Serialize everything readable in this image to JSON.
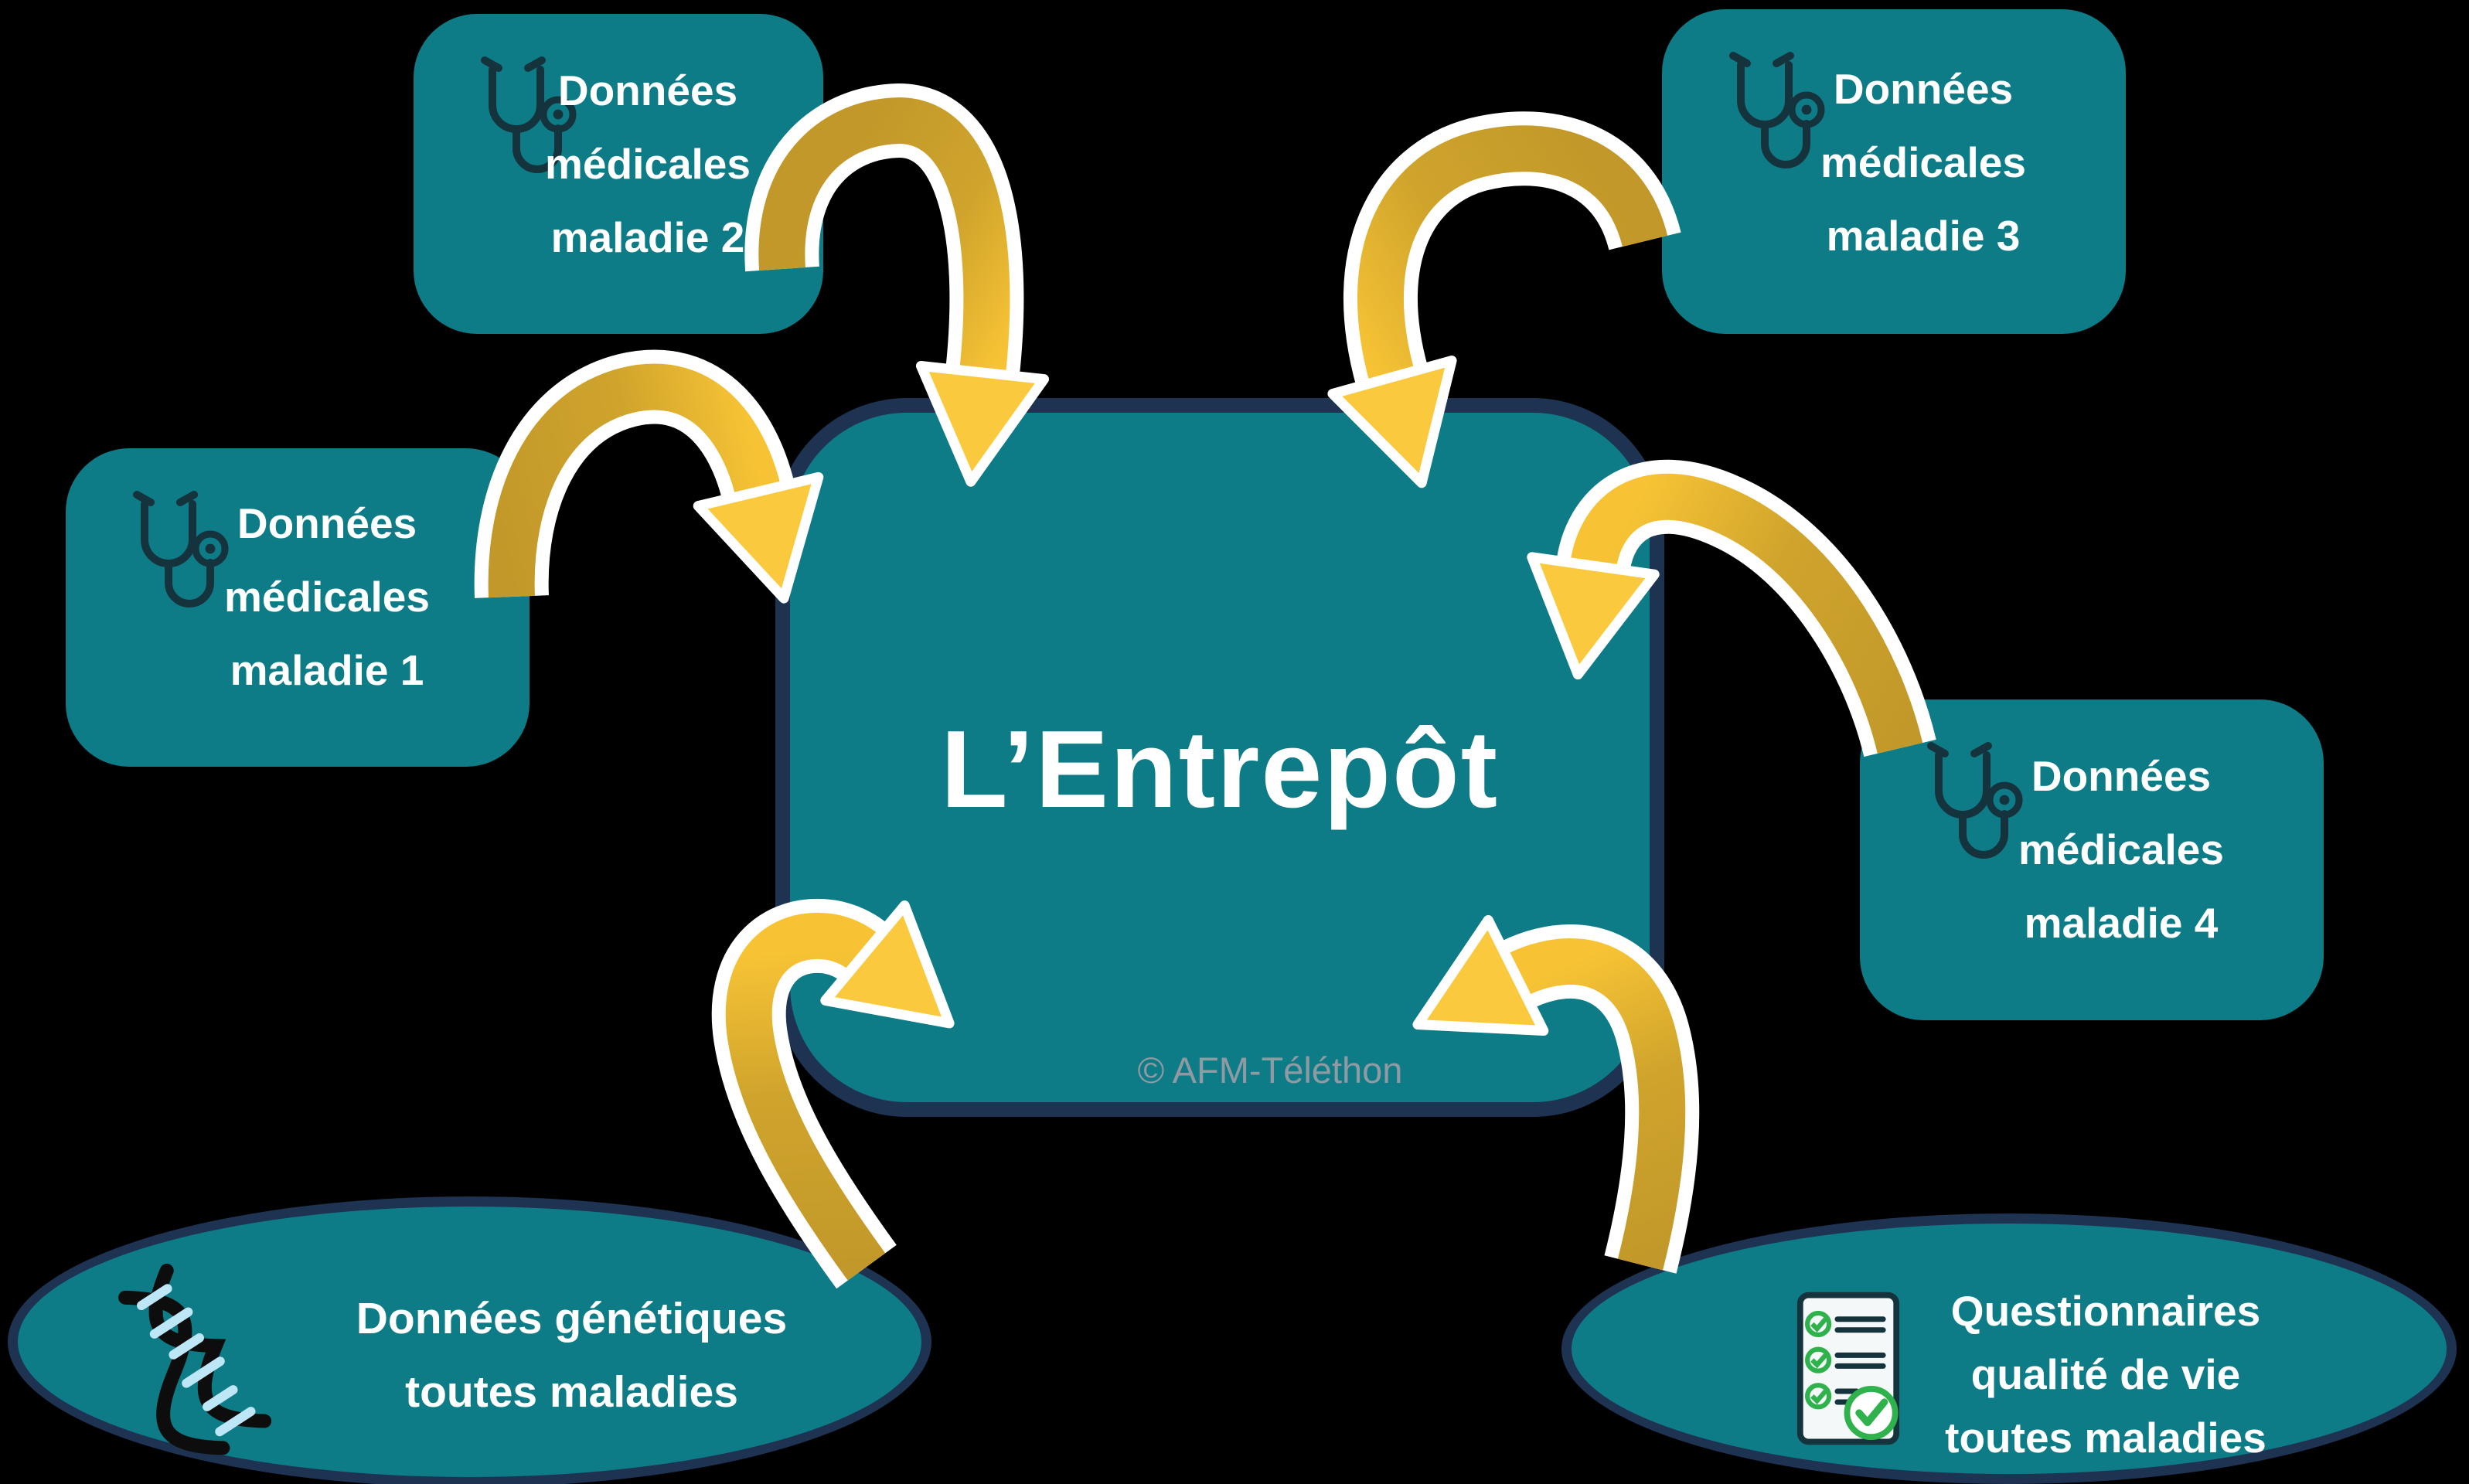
{
  "colors": {
    "background": "#000000",
    "teal_fill": "#0e7c87",
    "navy_border": "#1e3252",
    "arrow_gold_dark": "#c2982a",
    "arrow_gold_bright": "#fac93d",
    "arrow_outline": "#ffffff",
    "label_text": "#ffffff",
    "watermark_text": "#8f9aa2",
    "icon_dark": "#14333d",
    "icon_green": "#2fb24c",
    "icon_lightblue": "#bde6f6"
  },
  "center": {
    "title": "L’Entrepôt",
    "watermark": "© AFM-Téléthon"
  },
  "sources": [
    {
      "id": "medical-disease-1",
      "icon": "stethoscope-icon",
      "lines": [
        "Données",
        "médicales",
        "maladie 1"
      ]
    },
    {
      "id": "medical-disease-2",
      "icon": "stethoscope-icon",
      "lines": [
        "Données",
        "médicales",
        "maladie 2"
      ]
    },
    {
      "id": "medical-disease-3",
      "icon": "stethoscope-icon",
      "lines": [
        "Données",
        "médicales",
        "maladie 3"
      ]
    },
    {
      "id": "medical-disease-4",
      "icon": "stethoscope-icon",
      "lines": [
        "Données",
        "médicales",
        "maladie  4"
      ]
    },
    {
      "id": "genetic-all-diseases",
      "icon": "dna-icon",
      "lines": [
        "Données génétiques",
        "toutes maladies"
      ]
    },
    {
      "id": "quality-of-life-questionnaires",
      "icon": "checklist-icon",
      "lines": [
        "Questionnaires",
        "qualité de vie",
        "toutes maladies"
      ]
    }
  ]
}
